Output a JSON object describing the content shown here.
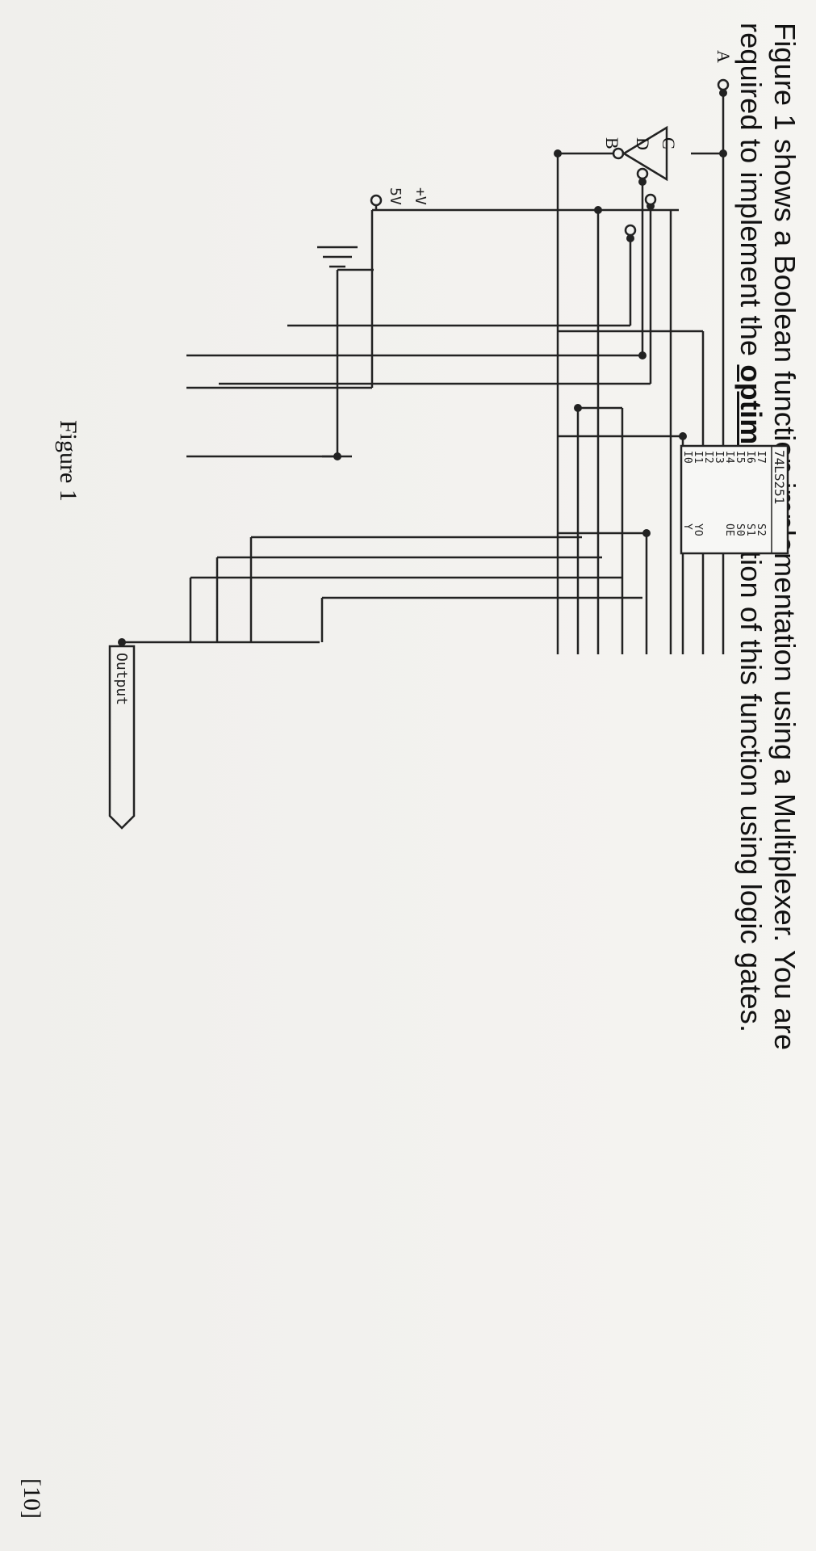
{
  "question": {
    "line1": "Figure 1 shows a Boolean function implementation using a Multiplexer. You are",
    "line2_before": "required to implement the ",
    "line2_emph": "optimum",
    "line2_after": " solution of this function using logic gates."
  },
  "marks": "[10]",
  "figure_caption": "Figure 1",
  "circuit": {
    "inputs": {
      "d": "D",
      "c": "C",
      "b": "B",
      "a": "A"
    },
    "supply": {
      "voltage": "5V",
      "rail": "+V"
    },
    "chip": {
      "name": "74LS251",
      "data_pins": [
        "I7",
        "I6",
        "I5",
        "I4",
        "I3",
        "I2",
        "I1",
        "I0"
      ],
      "select_pins": [
        "S2",
        "S1",
        "S0",
        "OE"
      ],
      "outputs": [
        "YO",
        "Y"
      ]
    },
    "output_label": "Output"
  }
}
